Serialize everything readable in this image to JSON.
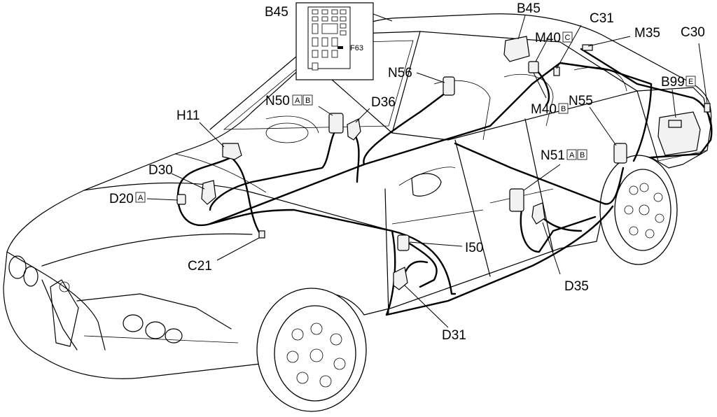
{
  "diagram": {
    "labels": {
      "b45_inset": "B45",
      "f63": "F63",
      "b45": "B45",
      "c31": "C31",
      "m40c": "M40",
      "m40c_box": "C",
      "m35": "M35",
      "c30": "C30",
      "n56": "N56",
      "b99": "B99",
      "b99_box": "E",
      "n50": "N50",
      "n50_box_a": "A",
      "n50_box_b": "B",
      "d36": "D36",
      "m40b": "M40",
      "m40b_box": "B",
      "n55": "N55",
      "h11": "H11",
      "n51": "N51",
      "n51_box_a": "A",
      "n51_box_b": "B",
      "d30": "D30",
      "d20": "D20",
      "d20_box": "A",
      "i50": "I50",
      "c21": "C21",
      "d35": "D35",
      "d31": "D31"
    },
    "icons": {
      "car": "car-outline-icon",
      "wheel": "wheel-icon",
      "fusebox": "fuse-box-icon",
      "connector": "connector-icon",
      "battery": "battery-icon"
    }
  }
}
